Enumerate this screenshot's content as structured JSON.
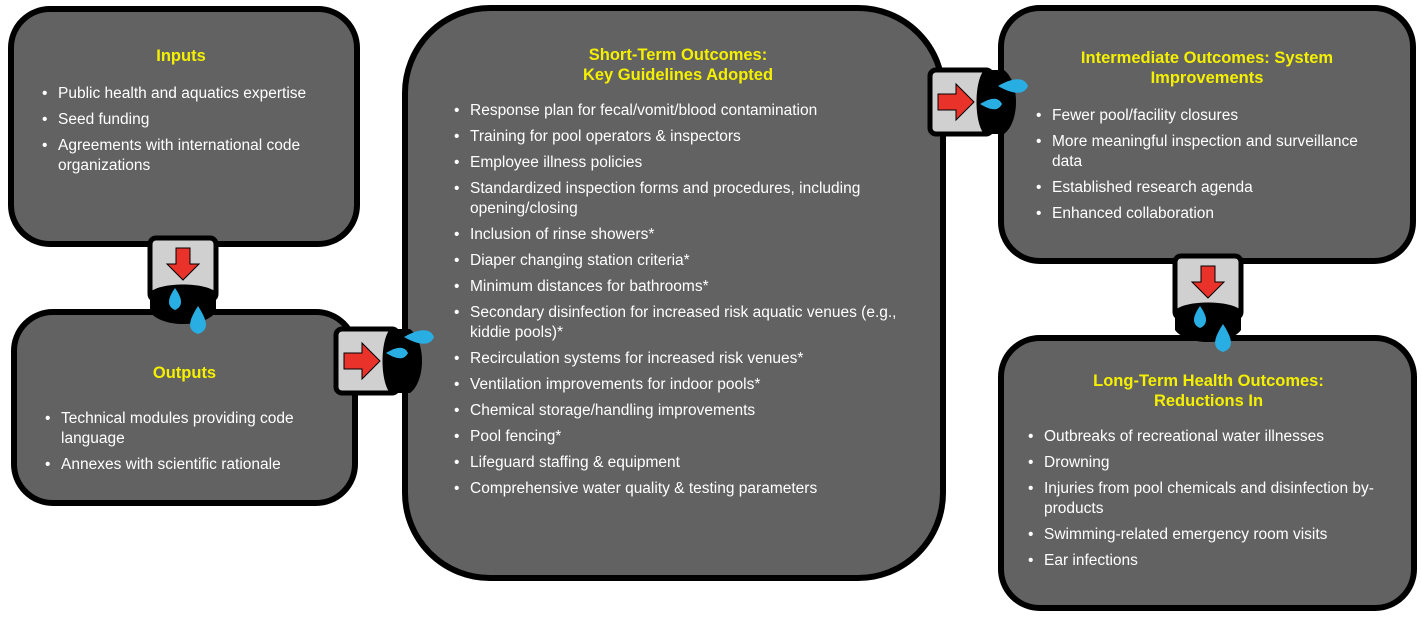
{
  "boxes": {
    "inputs": {
      "title": "Inputs",
      "items": [
        "Public health and aquatics expertise",
        "Seed funding",
        "Agreements with international code organizations"
      ]
    },
    "outputs": {
      "title": "Outputs",
      "items": [
        "Technical modules providing code language",
        "Annexes with scientific rationale"
      ]
    },
    "short_term": {
      "title_line1": "Short-Term Outcomes:",
      "title_line2": "Key Guidelines Adopted",
      "items": [
        "Response plan for fecal/vomit/blood contamination",
        "Training for pool operators & inspectors",
        "Employee illness policies",
        "Standardized inspection forms and procedures, including opening/closing",
        "Inclusion of rinse showers*",
        "Diaper changing station criteria*",
        "Minimum distances for bathrooms*",
        "Secondary disinfection for increased risk aquatic venues (e.g., kiddie pools)*",
        "Recirculation systems for increased risk venues*",
        "Ventilation improvements for indoor pools*",
        "Chemical storage/handling improvements",
        "Pool fencing*",
        "Lifeguard staffing & equipment",
        "Comprehensive water quality & testing parameters"
      ]
    },
    "intermediate": {
      "title_line1": "Intermediate Outcomes: System",
      "title_line2": "Improvements",
      "items": [
        "Fewer pool/facility closures",
        "More meaningful inspection and surveillance data",
        "Established research agenda",
        "Enhanced collaboration"
      ]
    },
    "long_term": {
      "title_line1": "Long-Term Health Outcomes:",
      "title_line2": "Reductions In",
      "items": [
        "Outbreaks of recreational water illnesses",
        "Drowning",
        "Injuries from pool chemicals and disinfection by-products",
        "Swimming-related emergency room visits",
        "Ear infections"
      ]
    }
  },
  "colors": {
    "box_fill": "#626262",
    "box_border": "#000000",
    "title": "#f5f000",
    "text": "#ffffff",
    "pipe_fill": "#d0d0d0",
    "arrow": "#e8322a",
    "water": "#29aee3"
  },
  "connector_icons": [
    "pipe-connector-icon",
    "arrow-icon",
    "water-drop-icon"
  ]
}
